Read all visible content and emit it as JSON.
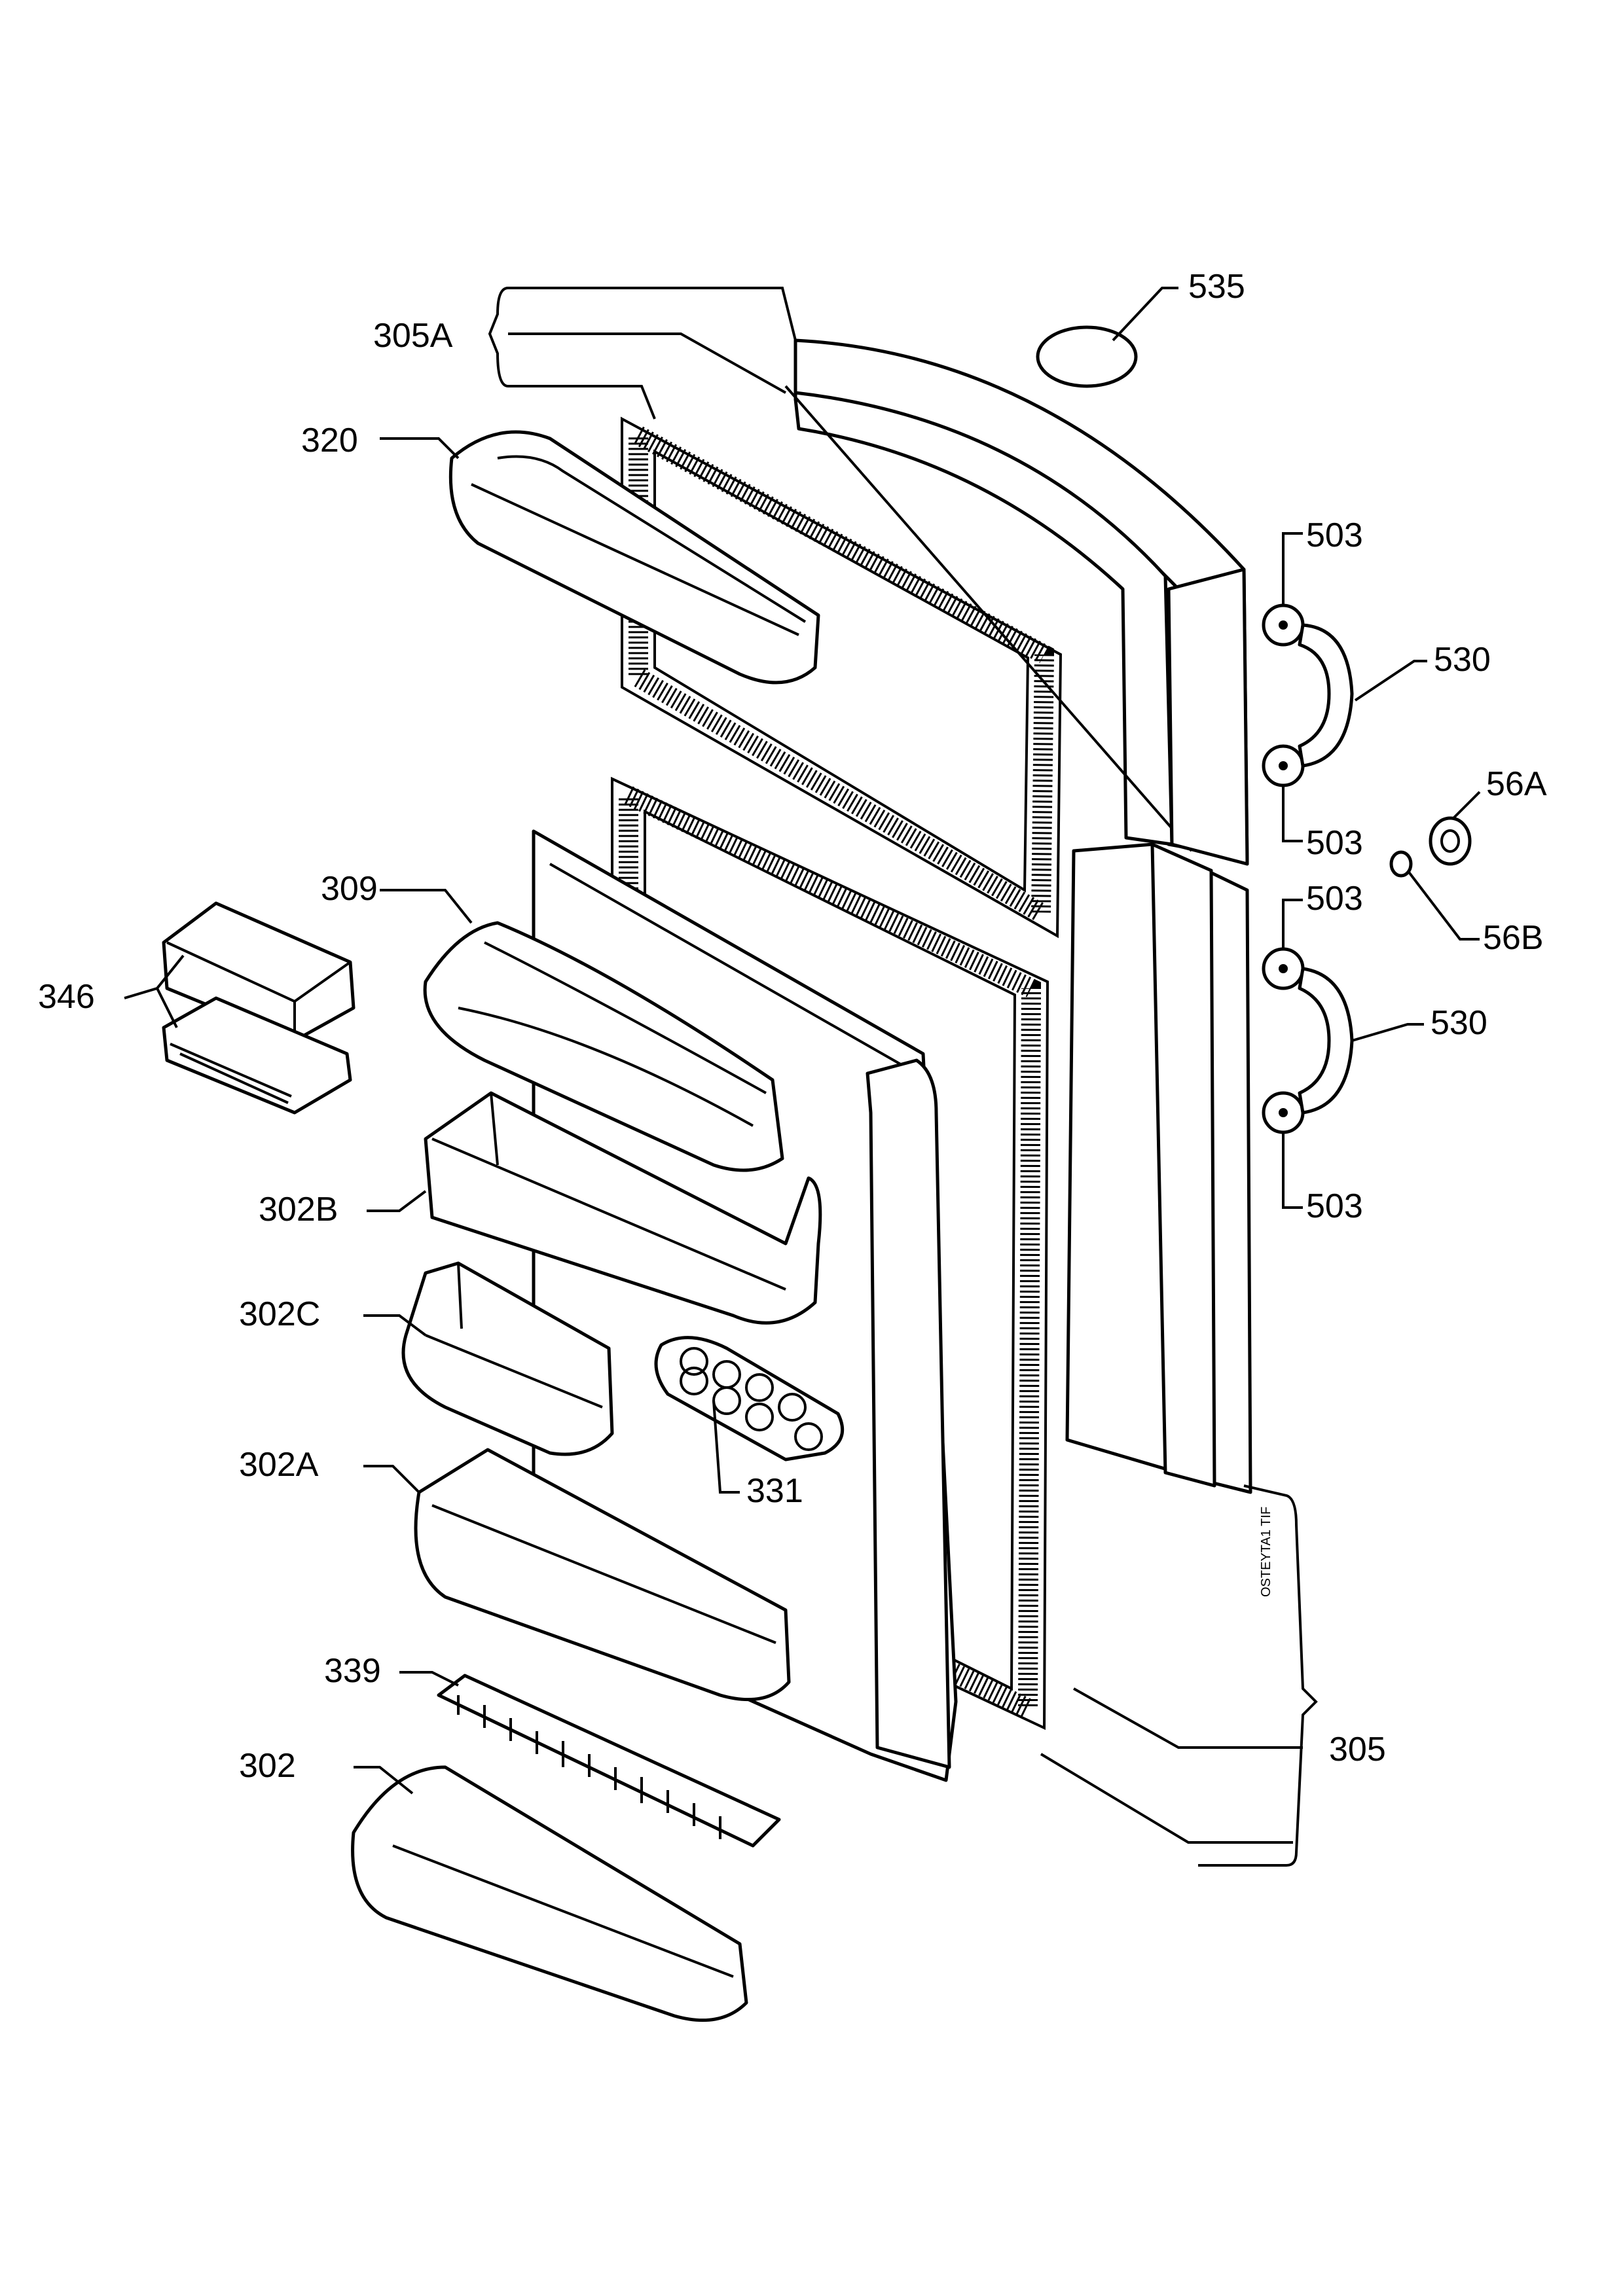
{
  "labels": {
    "p535": "535",
    "p305A": "305A",
    "p320": "320",
    "p503_a": "503",
    "p530_a": "530",
    "p503_b": "503",
    "p56A": "56A",
    "p56B": "56B",
    "p503_c": "503",
    "p530_b": "530",
    "p503_d": "503",
    "p309": "309",
    "p346": "346",
    "p302B": "302B",
    "p302C": "302C",
    "p331": "331",
    "p302A": "302A",
    "p339": "339",
    "p302": "302",
    "p305": "305"
  },
  "drawing_ref": "OSTEYTA1 TIF"
}
